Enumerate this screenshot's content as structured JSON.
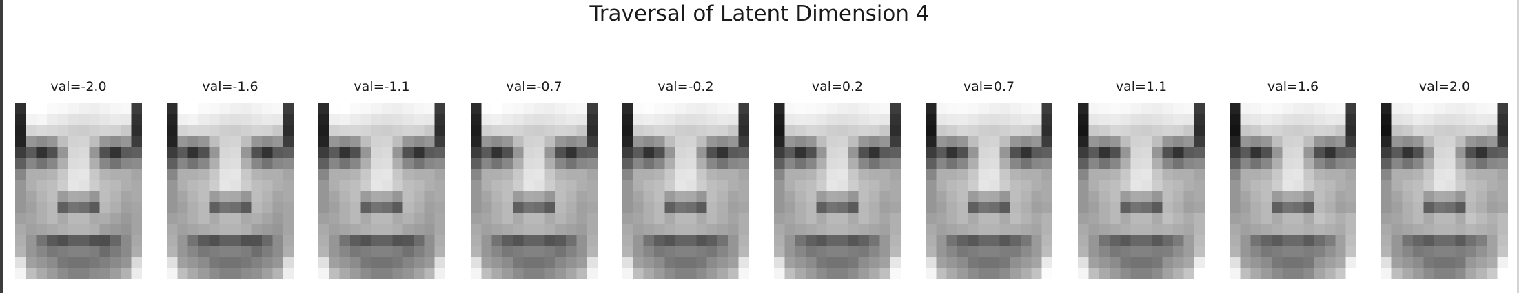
{
  "figure": {
    "title": "Traversal of Latent Dimension 4"
  },
  "panels": [
    {
      "label": "val=-2.0",
      "value": -2.0
    },
    {
      "label": "val=-1.6",
      "value": -1.6
    },
    {
      "label": "val=-1.1",
      "value": -1.1
    },
    {
      "label": "val=-0.7",
      "value": -0.7
    },
    {
      "label": "val=-0.2",
      "value": -0.2
    },
    {
      "label": "val=0.2",
      "value": 0.2
    },
    {
      "label": "val=0.7",
      "value": 0.7
    },
    {
      "label": "val=1.1",
      "value": 1.1
    },
    {
      "label": "val=1.6",
      "value": 1.6
    },
    {
      "label": "val=2.0",
      "value": 2.0
    }
  ],
  "image": {
    "colormap": "grayscale",
    "content": "pixelated face"
  }
}
